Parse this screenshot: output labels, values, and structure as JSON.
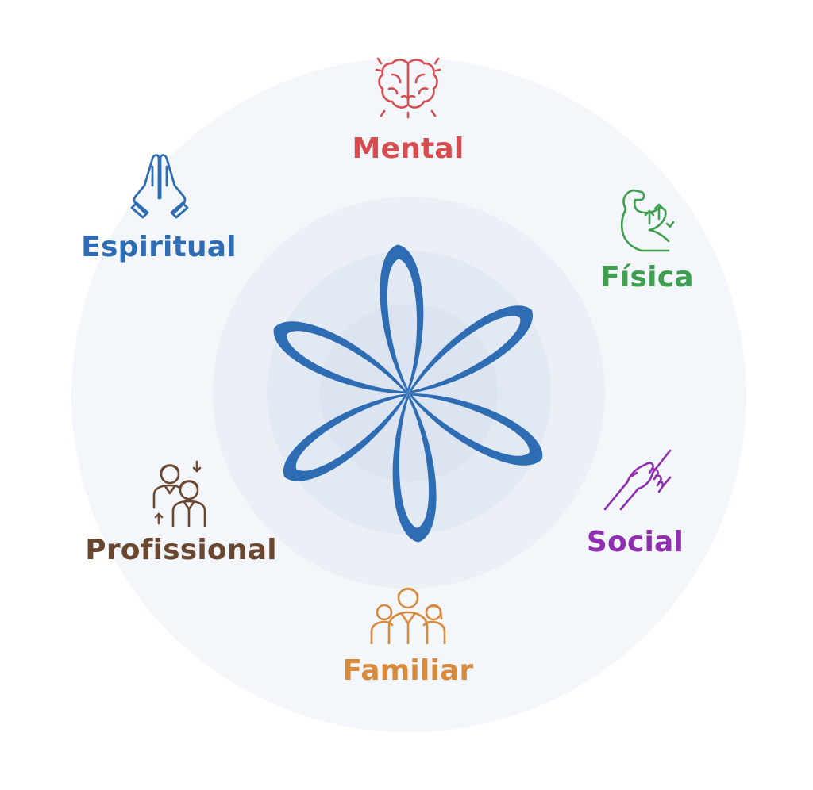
{
  "colors": {
    "flower": "#2e6db4",
    "mental": "#d64c4f",
    "fisica": "#3ea04f",
    "social": "#8f2fb0",
    "familiar": "#d88a3c",
    "profissional": "#6b4730",
    "espiritual": "#2e6db4"
  },
  "center": {
    "icon": "flower-icon"
  },
  "dimensions": [
    {
      "key": "mental",
      "label": "Mental",
      "icon": "brain-icon"
    },
    {
      "key": "fisica",
      "label": "Física",
      "icon": "flexed-arm-icon"
    },
    {
      "key": "social",
      "label": "Social",
      "icon": "handshake-icon"
    },
    {
      "key": "familiar",
      "label": "Familiar",
      "icon": "family-icon"
    },
    {
      "key": "profissional",
      "label": "Profissional",
      "icon": "coworkers-icon"
    },
    {
      "key": "espiritual",
      "label": "Espiritual",
      "icon": "praying-hands-icon"
    }
  ]
}
